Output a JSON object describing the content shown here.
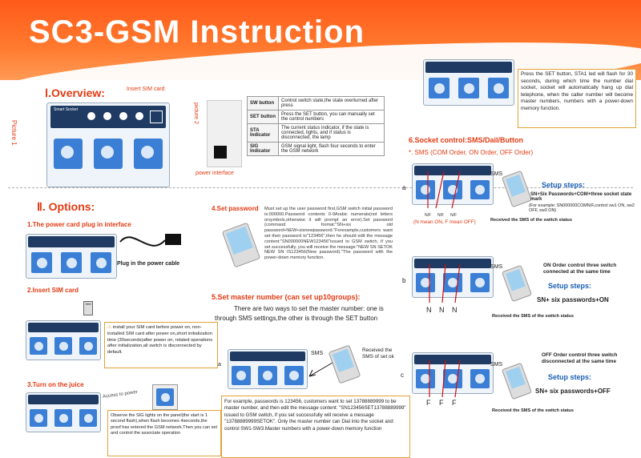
{
  "title": "SC3-GSM  Instruction",
  "overview": {
    "heading": "Ⅰ.Overview:",
    "insert_sim_label": "Insert SIM card",
    "brand_label": "Smart Socket",
    "picture1": "Picture 1",
    "picture2": "picture 2",
    "power_interface": "power interface",
    "indicators": [
      {
        "key": "SW button",
        "desc": "Control switch state,the state overturned after press"
      },
      {
        "key": "SET button",
        "desc": "Press the SET button, you can manually set the control numbers"
      },
      {
        "key": "STA Indicator",
        "desc": "The current status indicator, if the state is connected, lights, and if status is disconnected, the lamp"
      },
      {
        "key": "SIG Indicator",
        "desc": "GSM signal light, flash four seconds to enter the GSM network"
      }
    ]
  },
  "top_right_note": "Press the SET button, STA1 led will flash for 30 seconds, during which time the number dial socket, socket will automatically hang up dial telephone, when the caller number will become master numbers, numbers with a power-down memory function.",
  "options": {
    "heading": "Ⅱ. Options:",
    "step1": "1.The power card plug in interface",
    "plug_caption": "Plug in the power cable",
    "step2": "2.Insert SIM card",
    "sim_label": "SIM",
    "step2_note": "install your SIM card before power on, non-installed SIM card after power on,short initialization time (30seconds)after power on, related operations after initialization,all switch is disconnected by default.",
    "step3": "3.Turn on the juice",
    "access_label": "Access to power",
    "step3_note": "Observe the SIG lights on the panel(the start is 1 second flash),when flash becomes 4seconds,the proof has entered the GSM network.Then you can set and control the associate operation"
  },
  "set_password": {
    "heading": "4.Set password",
    "text": "Must set up the user password first,GSM switch initial password is:000000.Password contents 0-9Arabic numerals(not letters orsymbols,otherwise it will prompt an error).Set password (command format:\"SN+six old password+NEW+sixnewpassword.\"Forexample,customers want set their password to\"123456\",then he should edit the message content:\"SN000000NEW123456\"issued to GSM switch, if you set successfully, you will receive the message:\"NEW SN SETOK NEW SN IS123456(New password).\"The password with the power-down memory function."
  },
  "master": {
    "heading": "5.Set master number (can set up10groups):",
    "intro": "There are two ways to set the master number: one is through SMS settings,the other is through the SET button",
    "a_label": "a",
    "sms_label": "SMS",
    "received": "Received the SMS of set ok",
    "example": "For example, passwords is 123456, customers want to set 13788889999 to be master number, and then edit the message content: \"SN123456SET13788889999\" issued to GSM switch, if you set successfully will receive a message \"13788889999SETOK\". Only the master number can Dial into the socket and control SW1-SW3.Master numbers with a power-down memory function"
  },
  "socket_control": {
    "heading": "6.Socket control:SMS/Dail/Button",
    "sms_sub": "*. SMS (COM Order, ON Order, OFF Order)",
    "a": {
      "label": "a",
      "sms": "SMS",
      "setup": "Setup steps:",
      "formula": "SN+Six Passwords+COM+three socket state mark",
      "example": "(For example: SN000000COMN/F,control sw1 ON, sw2 OFF, sw3 ON)",
      "marks": [
        "N/F",
        "N/F",
        "N/F"
      ],
      "mean": "(N mean ON, F mean OFF)",
      "received": "Received the SMS of the switch status"
    },
    "b": {
      "label": "b",
      "sms": "SMS",
      "title": "ON Order control three switch connected at the same time",
      "setup": "Setup steps:",
      "formula": "SN+ six passwords+ON",
      "marks": [
        "N",
        "N",
        "N"
      ],
      "received": "Received the SMS of the switch status"
    },
    "c": {
      "label": "c",
      "sms": "SMS",
      "title": "OFF Order control three switch disconnected at the same time",
      "setup": "Setup steps:",
      "formula": "SN+ six passwords+OFF",
      "marks": [
        "F",
        "F",
        "F"
      ],
      "received": "Received the SMS of the switch status"
    }
  }
}
